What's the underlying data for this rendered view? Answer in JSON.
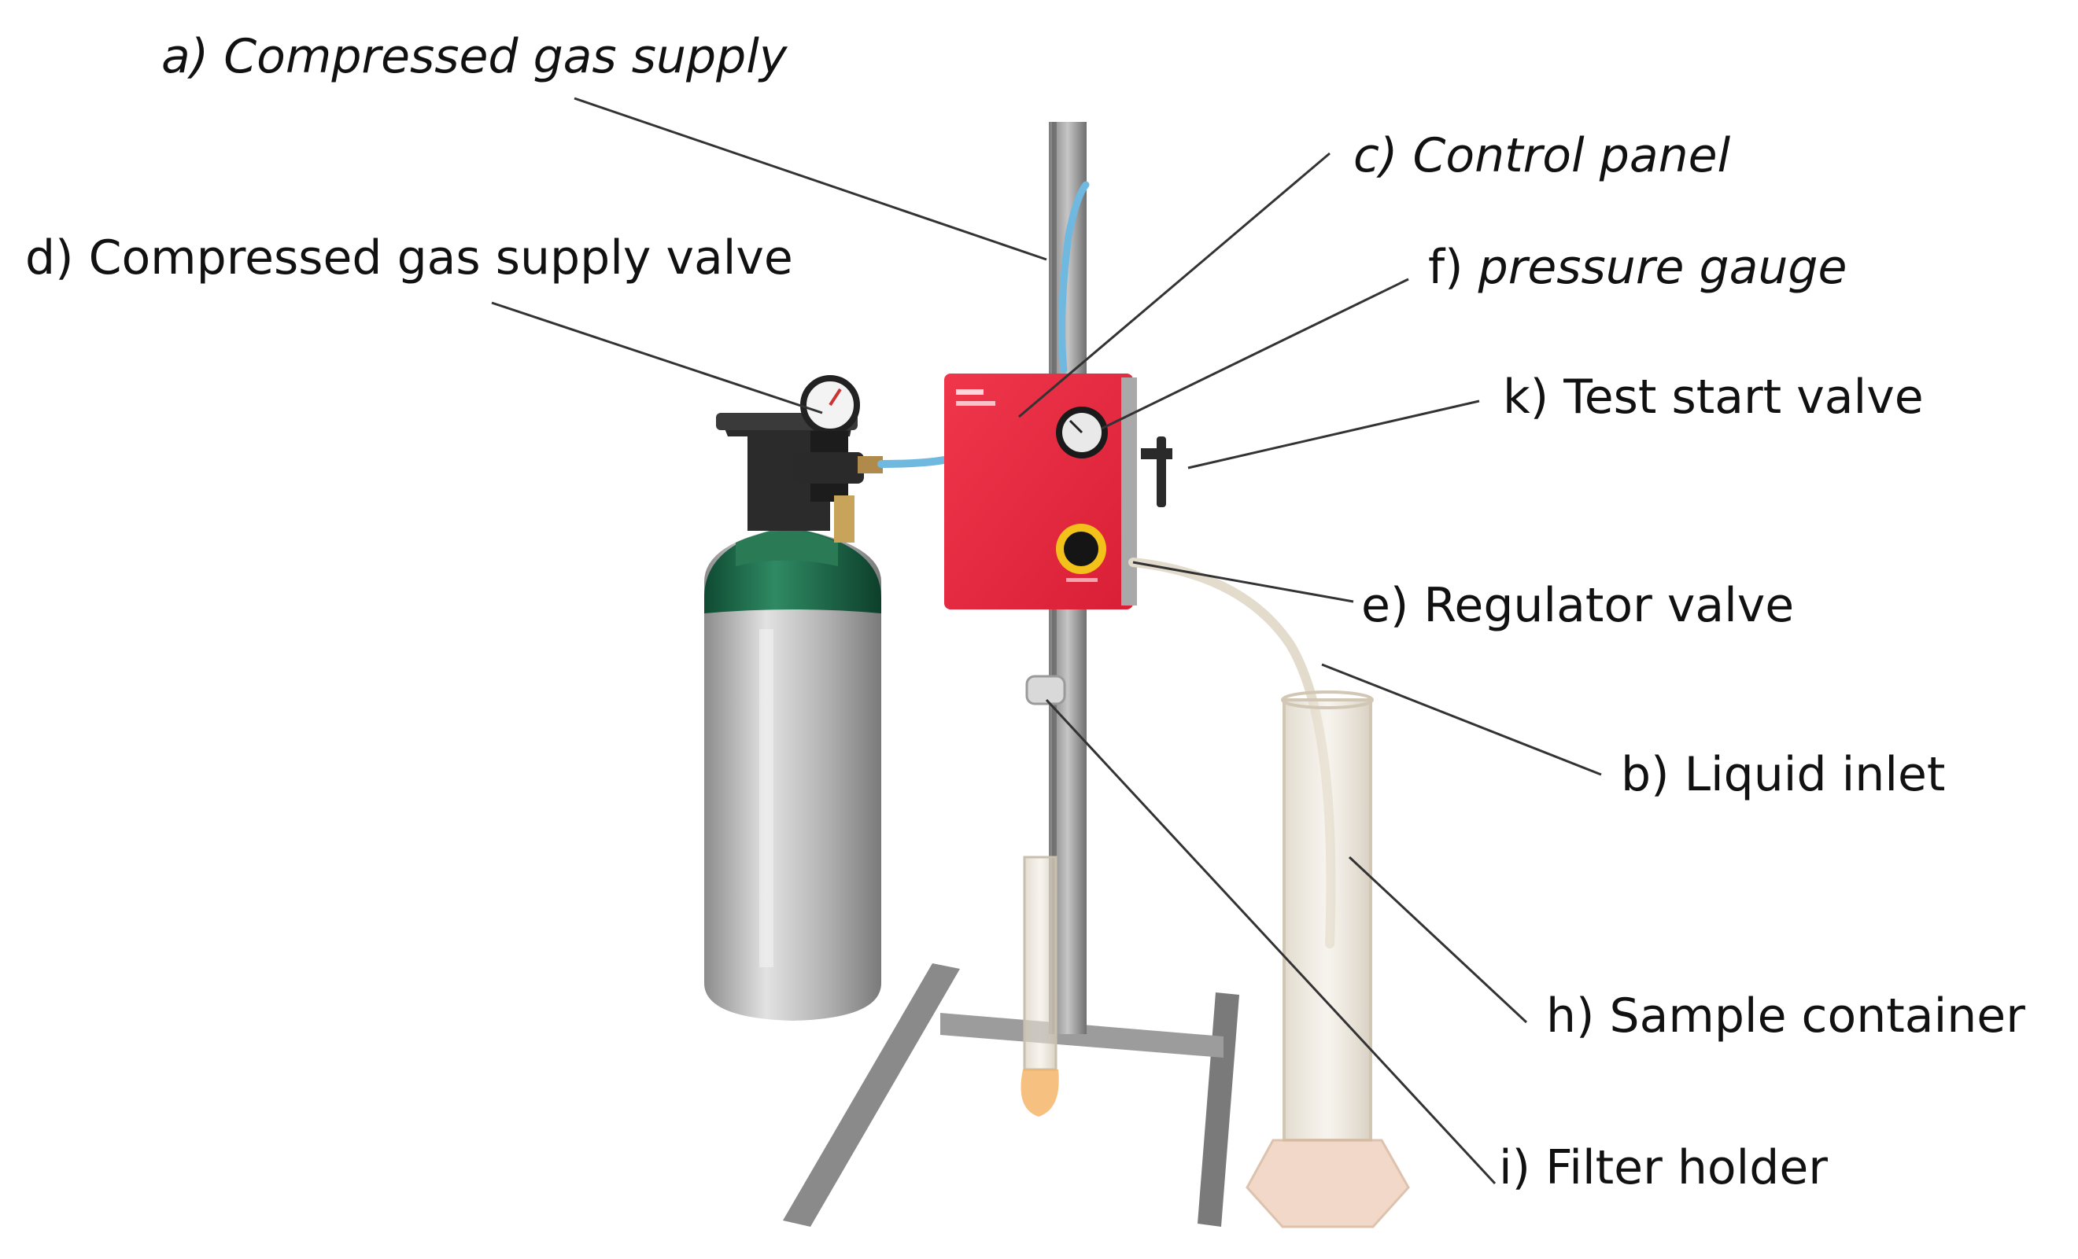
{
  "labels": {
    "a": {
      "prefix": "a)",
      "text": "Compressed gas supply",
      "italic": true
    },
    "c": {
      "prefix": "c)",
      "text": "Control panel",
      "italic": true
    },
    "d": {
      "prefix": "d)",
      "text": "Compressed gas supply valve",
      "italic": false
    },
    "f": {
      "prefix": "f)",
      "text": "pressure gauge",
      "italic": true
    },
    "k": {
      "prefix": "k)",
      "text": "Test start valve",
      "italic": false
    },
    "e": {
      "prefix": "e)",
      "text": "Regulator valve",
      "italic": false
    },
    "b": {
      "prefix": "b)",
      "text": "Liquid inlet",
      "italic": false
    },
    "h": {
      "prefix": "h)",
      "text": "Sample container",
      "italic": false
    },
    "i": {
      "prefix": "i)",
      "text": "Filter holder",
      "italic": false
    }
  },
  "colors": {
    "panel": "#e8283f",
    "cylinder_top": "#1e6b4a",
    "cylinder_body": "#b8b8b8",
    "frame": "#9a9a9a",
    "tube": "#e3dccd",
    "leader": "#333333",
    "hose": "#6fb8e0"
  }
}
